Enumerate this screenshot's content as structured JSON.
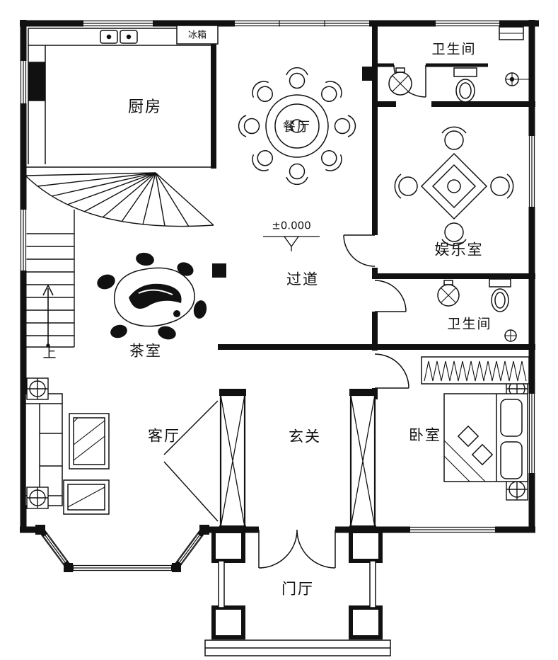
{
  "plan": {
    "type": "residential-floor-plan",
    "colors": {
      "line": "#111111",
      "background": "#ffffff"
    },
    "rooms": {
      "kitchen": "厨房",
      "fridge": "冰箱",
      "dining_room": "餐厅",
      "bathroom_top": "卫生间",
      "entertainment_room": "娱乐室",
      "corridor": "过道",
      "bathroom_mid": "卫生间",
      "tea_room": "茶室",
      "stairs_up": "上",
      "living_room": "客厅",
      "entrance_hall": "玄关",
      "bedroom": "卧室",
      "foyer": "门厅"
    },
    "annotations": {
      "elevation": "±0.000"
    }
  }
}
